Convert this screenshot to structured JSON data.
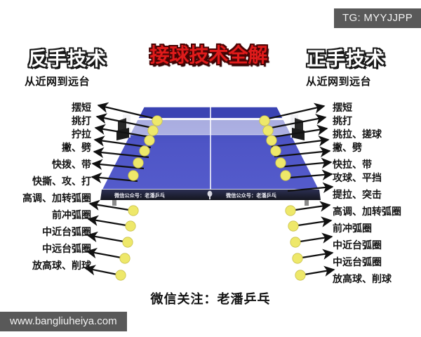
{
  "badge": {
    "tg_label": "TG: MYYJJPP"
  },
  "watermark": {
    "url": "www.bangliuheiya.com"
  },
  "title": {
    "main": "接球技术全解",
    "main_color": "#e01b1b",
    "left_heading": "反手技术",
    "left_subheading": "从近网到远台",
    "right_heading": "正手技术",
    "right_subheading": "从近网到远台"
  },
  "promo": {
    "text": "微信关注：老潘乒乓"
  },
  "table_graphic": {
    "surface_color": "#5158c8",
    "surface_color_far": "#3d45b4",
    "line_color": "#ffffff",
    "edge_band_color": "#1b1b24",
    "ball_color": "#eee86a",
    "edge_text_left": "微信公众号：老潘乒乓",
    "edge_text_right": "微信公众号：老潘乒乓"
  },
  "left_column": {
    "heading": "反手技术",
    "items": [
      "摆短",
      "挑打",
      "拧拉",
      "撇、劈",
      "快拨、带",
      "快撕、攻、打",
      "高调、加转弧圈",
      "前冲弧圈",
      "中近台弧圈",
      "中远台弧圈",
      "放高球、削球"
    ]
  },
  "right_column": {
    "heading": "正手技术",
    "items": [
      "摆短",
      "挑打",
      "挑拉、搓球",
      "撇、劈",
      "快拉、带",
      "攻球、平挡",
      "提拉、突击",
      "高调、加转弧圈",
      "前冲弧圈",
      "中近台弧圈",
      "中远台弧圈",
      "放高球、削球"
    ]
  }
}
